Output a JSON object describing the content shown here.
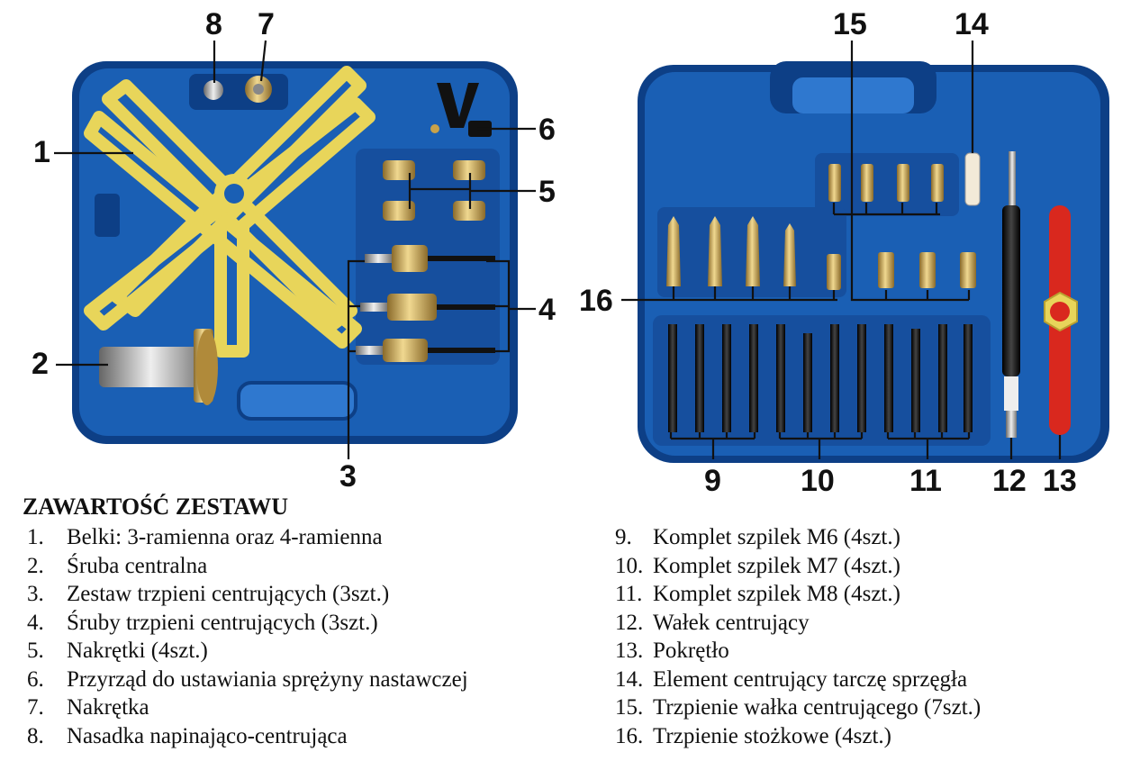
{
  "callouts": [
    "1",
    "2",
    "3",
    "4",
    "5",
    "6",
    "7",
    "8",
    "9",
    "10",
    "11",
    "12",
    "13",
    "14",
    "15",
    "16"
  ],
  "legend": {
    "title": "ZAWARTOŚĆ ZESTAWU",
    "left": [
      {
        "num": "1.",
        "text": "Belki: 3-ramienna oraz 4-ramienna"
      },
      {
        "num": "2.",
        "text": "Śruba centralna"
      },
      {
        "num": "3.",
        "text": "Zestaw trzpieni centrujących (3szt.)"
      },
      {
        "num": "4.",
        "text": "Śruby trzpieni centrujących (3szt.)"
      },
      {
        "num": "5.",
        "text": "Nakrętki (4szt.)"
      },
      {
        "num": "6.",
        "text": "Przyrząd do ustawiania sprężyny nastawczej"
      },
      {
        "num": "7.",
        "text": "Nakrętka"
      },
      {
        "num": "8.",
        "text": "Nasadka napinająco-centrująca"
      }
    ],
    "right": [
      {
        "num": "9.",
        "text": "Komplet szpilek M6 (4szt.)"
      },
      {
        "num": "10.",
        "text": "Komplet szpilek M7 (4szt.)"
      },
      {
        "num": "11.",
        "text": "Komplet szpilek M8 (4szt.)"
      },
      {
        "num": "12.",
        "text": "Wałek centrujący"
      },
      {
        "num": "13.",
        "text": "Pokrętło"
      },
      {
        "num": "14.",
        "text": "Element centrujący tarczę sprzęgła"
      },
      {
        "num": "15.",
        "text": "Trzpienie wałka centrującego (7szt.)"
      },
      {
        "num": "16.",
        "text": "Trzpienie stożkowe (4szt.)"
      }
    ]
  },
  "colors": {
    "case_blue": "#1a5fb4",
    "case_dark": "#0d3f86",
    "tray_blue": "#2f78cf",
    "yellow_plate": "#e8d55a",
    "pin_gold": "#c9a24a",
    "handle_red": "#d9281e"
  }
}
